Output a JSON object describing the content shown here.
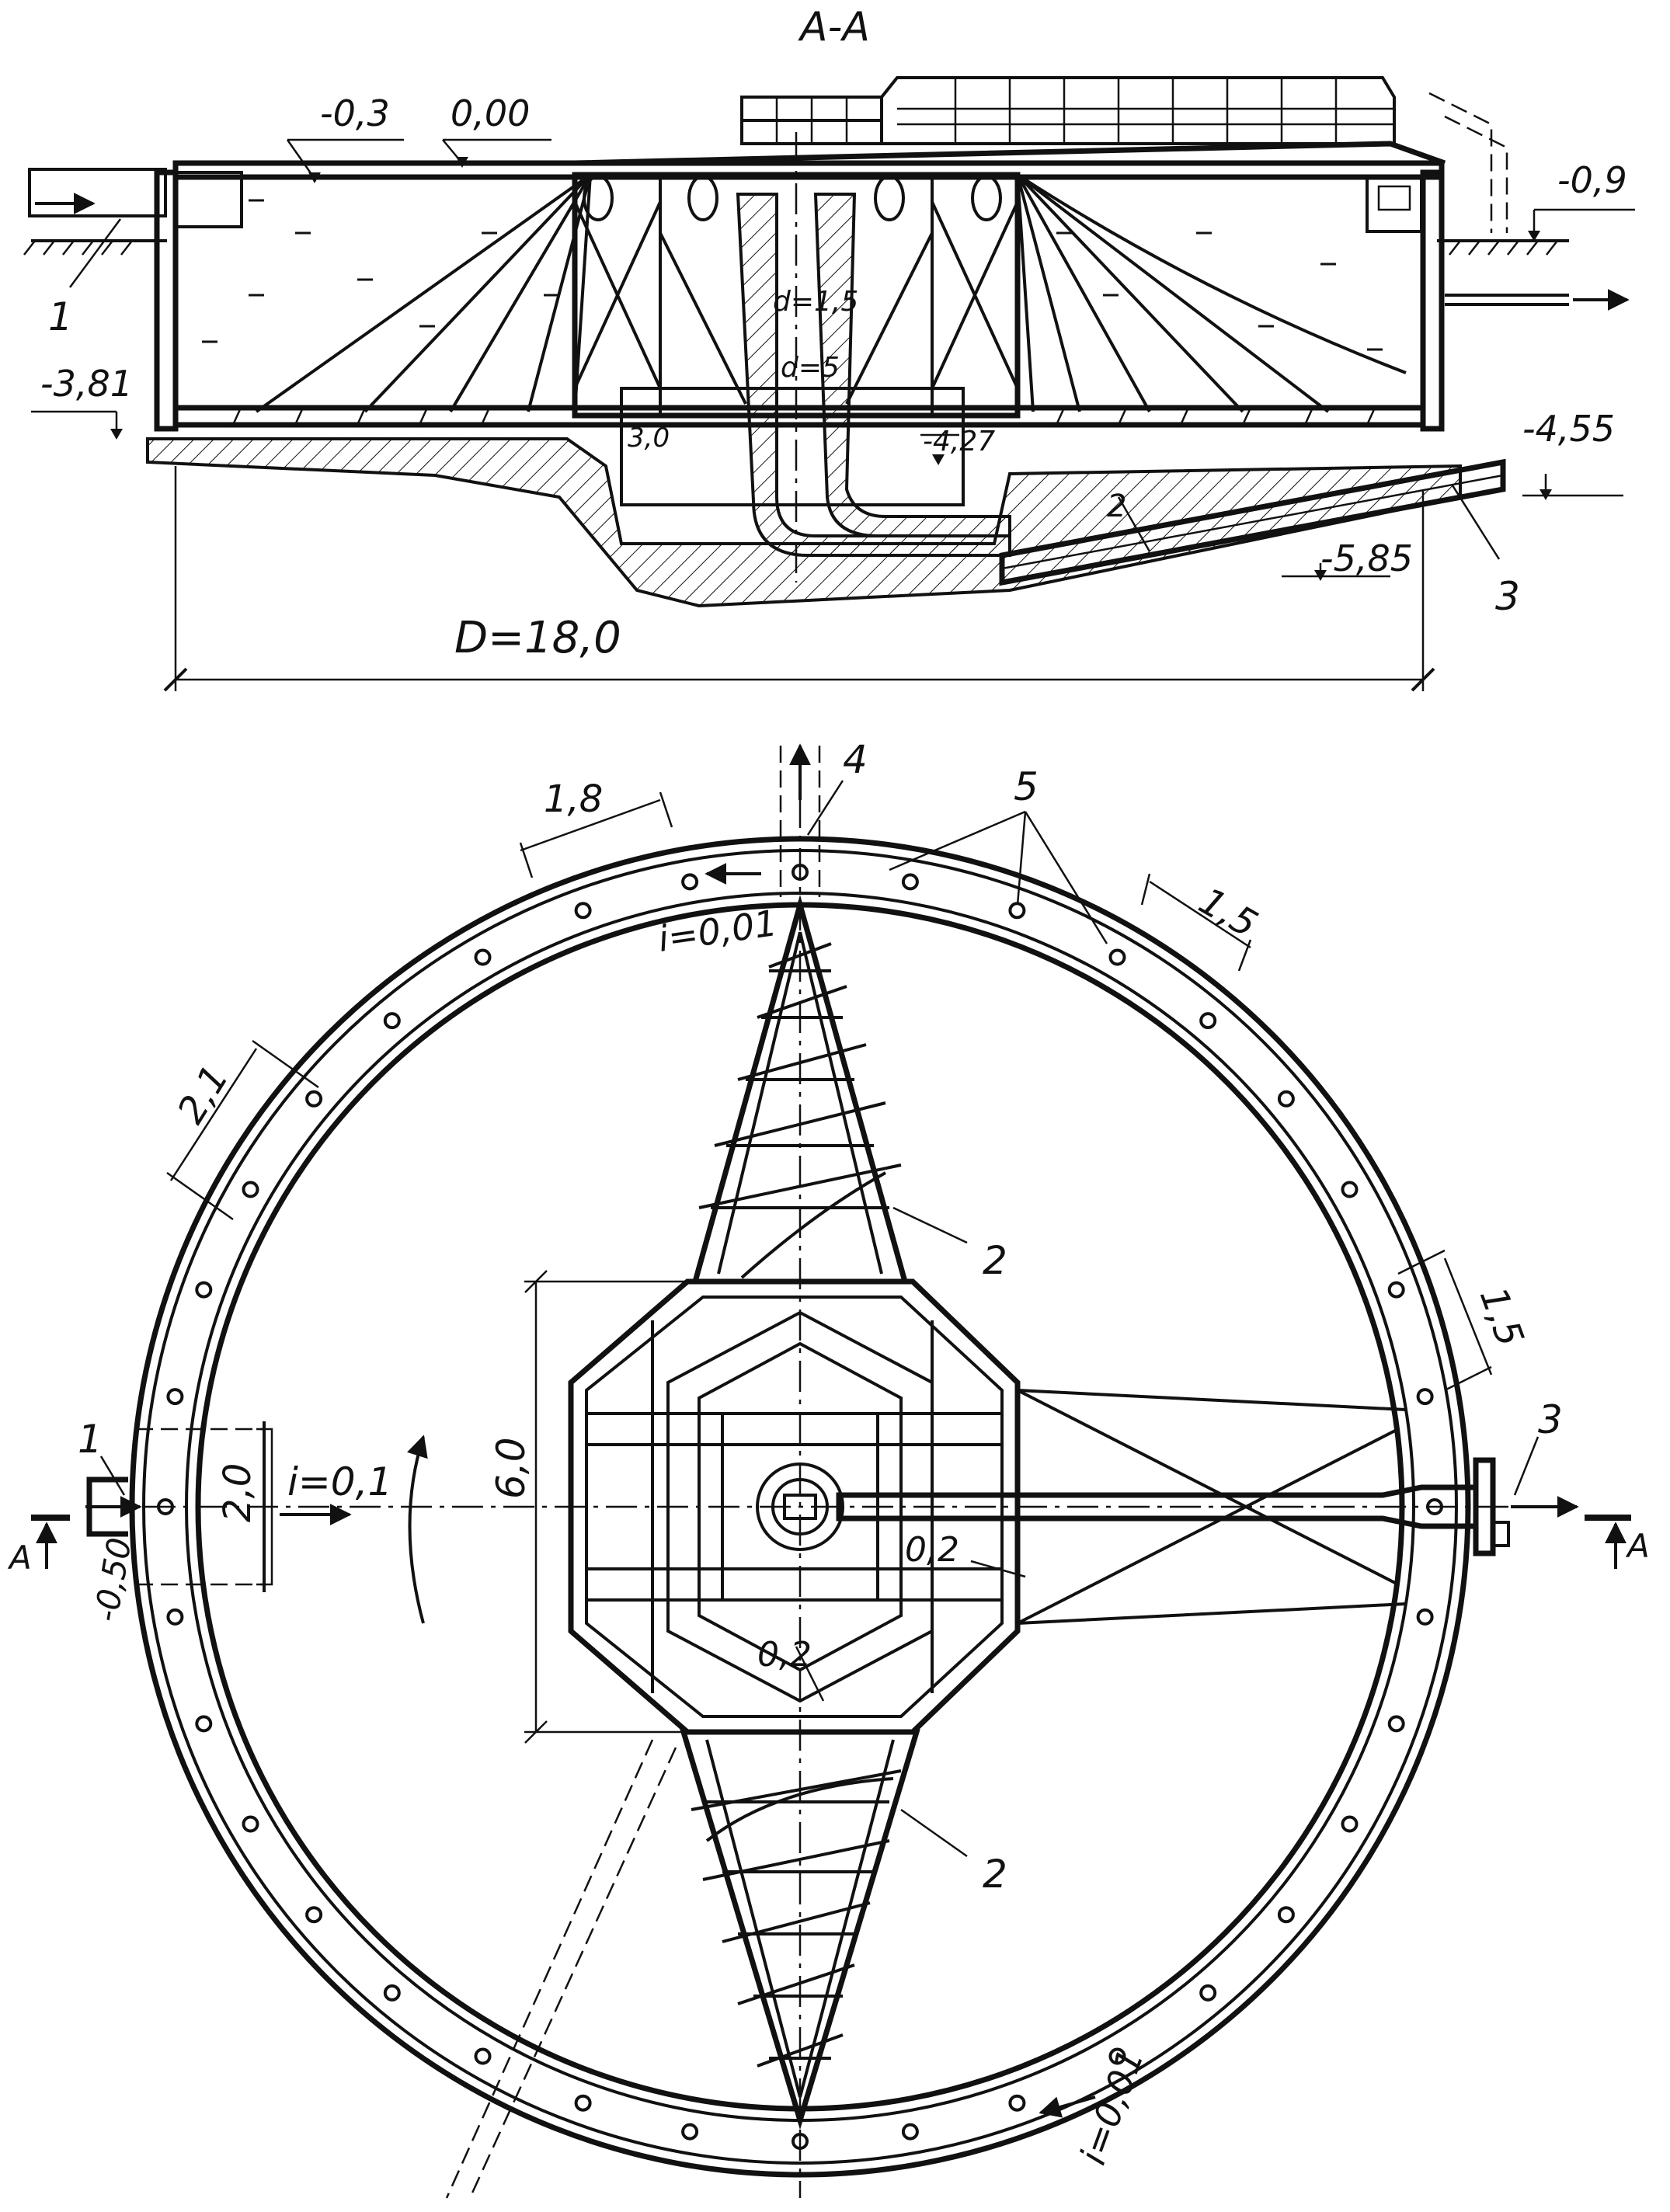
{
  "section": {
    "title": "A-A",
    "levels": {
      "inlet_water": "-0,3",
      "ground_zero": "0,00",
      "outlet": "-0,9",
      "bottom_edge": "-3,81",
      "outlet_pipe": "-4,55",
      "inner_pit": "-4,27",
      "sump_bottom": "-5,85"
    },
    "pipe_labels": {
      "upper": "d=1,5",
      "lower": "d=5"
    },
    "height_label": "3,0",
    "diameter": "D=18,0",
    "callouts": {
      "inlet": "1",
      "outlet": "3",
      "scraper": "2"
    }
  },
  "plan": {
    "dims": {
      "spacing_top": "1,8",
      "spacing_top_right": "1,5",
      "spacing_left": "2,1",
      "spacing_right": "1,5",
      "center_height": "6,0",
      "inlet_width": "2,0",
      "inlet_offset": "-0,50",
      "gap_right": "0,2",
      "gap_bottom": "0,2"
    },
    "slopes": {
      "top": "i=0,01",
      "radial": "i=0,1",
      "bottom": "i=0,01"
    },
    "callouts": {
      "inlet": "1",
      "scraper_top": "2",
      "scraper_bottom": "2",
      "outlet": "3",
      "channel": "4",
      "outlets": "5"
    },
    "section_marks": {
      "left": "A",
      "right": "A"
    }
  }
}
